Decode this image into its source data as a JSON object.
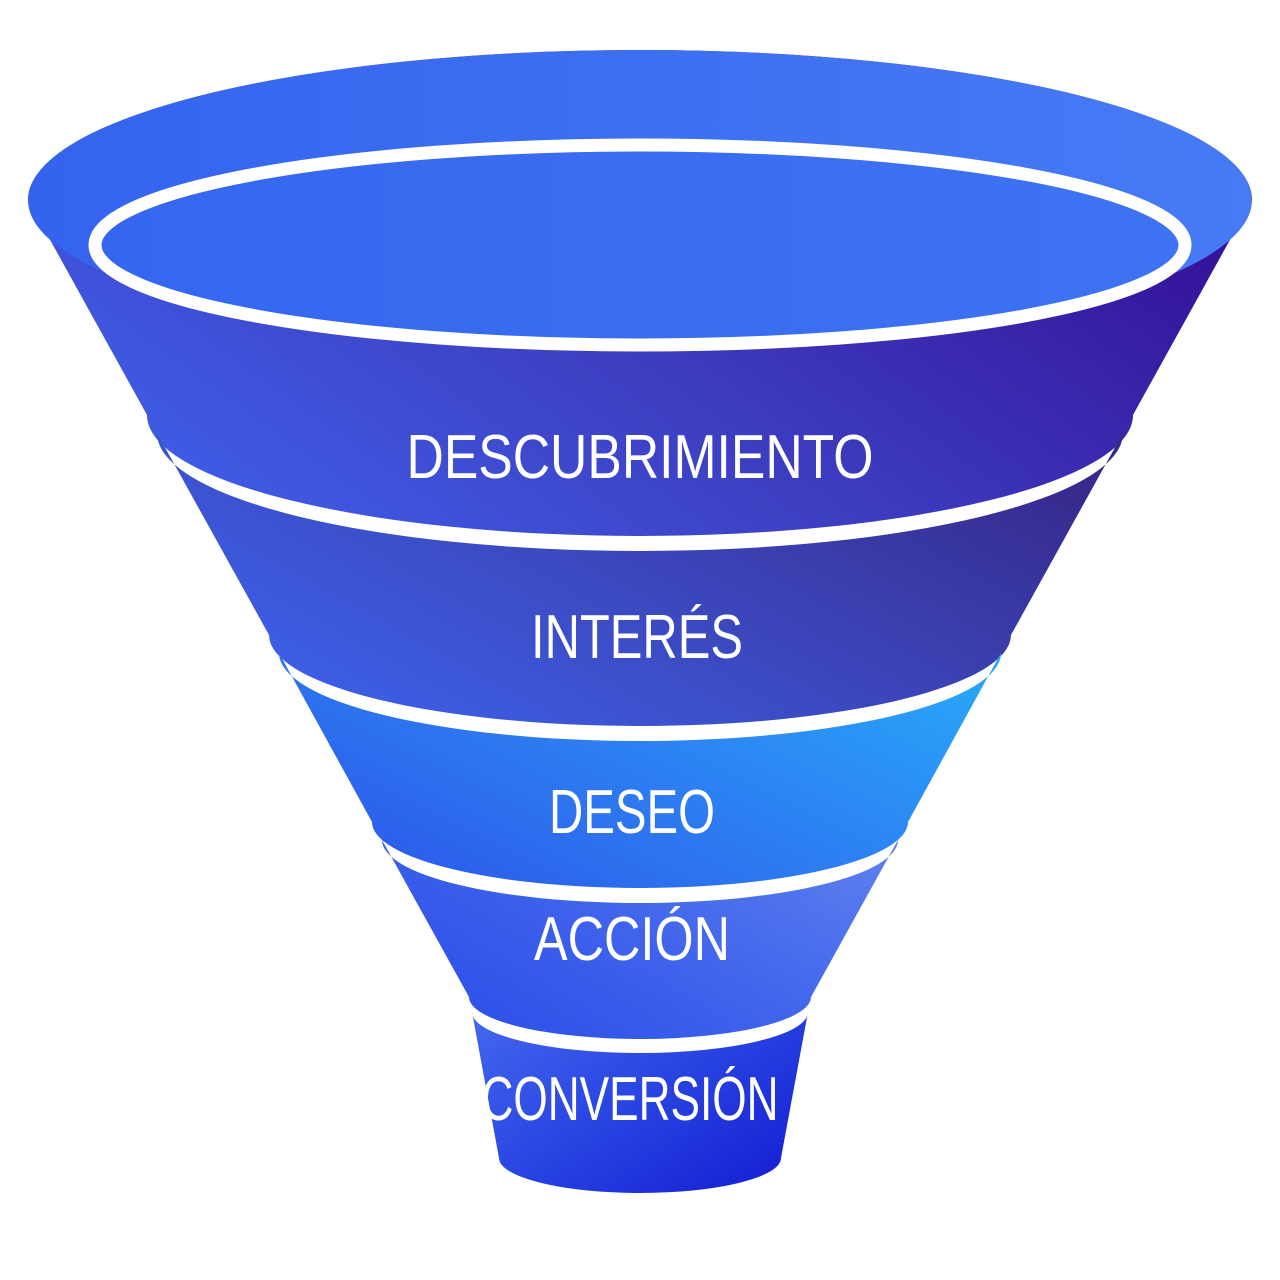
{
  "diagram": {
    "type": "marketing-funnel-3d",
    "background_color": "#FFFFFF",
    "label_color": "#FFFFFF",
    "separator_color": "#FFFFFF",
    "top_face": {
      "rim_color_left": "#3463EE",
      "rim_color_right": "#477BF5",
      "inner_color_left": "#3566EF",
      "inner_color_right": "#3E73F3"
    },
    "stages": [
      {
        "label": "DESCUBRIMIENTO",
        "color_left": "#4063EF",
        "color_mid": "#3D41C4",
        "color_right": "#340E96"
      },
      {
        "label": "INTERÉS",
        "color_left": "#3D63EE",
        "color_mid": "#3C48BE",
        "color_right": "#362A8C"
      },
      {
        "label": "DESEO",
        "color_left": "#2C57E9",
        "color_mid": "#2D7DF1",
        "color_right": "#29A4F9"
      },
      {
        "label": "ACCIÓN",
        "color_left": "#2A4CE7",
        "color_mid": "#3E63EC",
        "color_right": "#5A7DEE"
      },
      {
        "label": "CONVERSIÓN",
        "color_left": "#4468EE",
        "color_mid": "#2A46E3",
        "color_right": "#1622D4"
      }
    ]
  }
}
